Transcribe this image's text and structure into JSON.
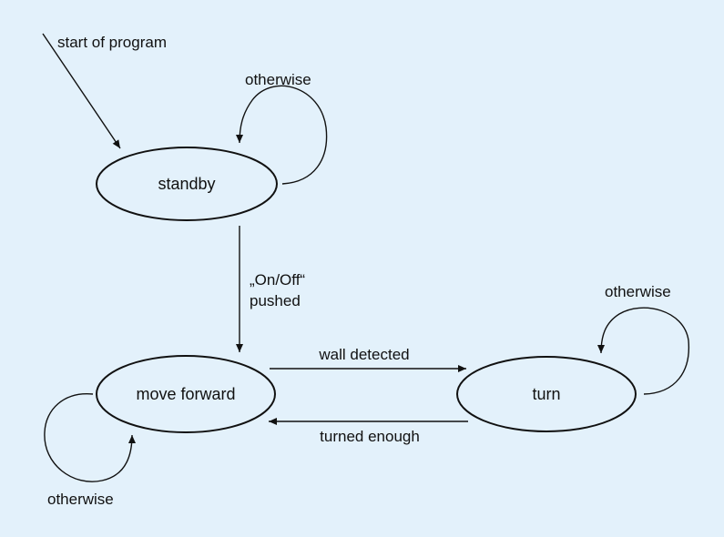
{
  "diagram": {
    "colors": {
      "background": "#e3f1fb",
      "stroke": "#111111"
    },
    "nodes": {
      "standby": "standby",
      "move_forward": "move forward",
      "turn": "turn"
    },
    "edges": {
      "start": "start of program",
      "standby_self": "otherwise",
      "on_off_line1": "„On/Off“",
      "on_off_line2": "pushed",
      "wall_detected": "wall detected",
      "turned_enough": "turned enough",
      "turn_self": "otherwise",
      "move_forward_self": "otherwise"
    }
  }
}
